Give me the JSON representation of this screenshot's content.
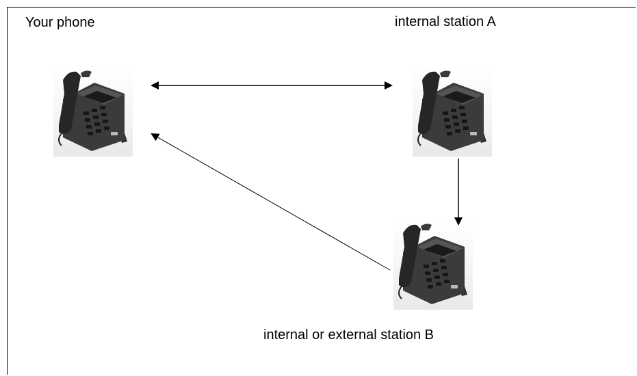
{
  "labels": {
    "your_phone": "Your phone",
    "station_a": "internal station A",
    "station_b": "internal or external station B"
  },
  "colors": {
    "line": "#000000",
    "phone_body": "#3a3a3a",
    "phone_shadow": "#1f1f1f"
  },
  "icons": {
    "phone": "desk-phone-icon"
  }
}
